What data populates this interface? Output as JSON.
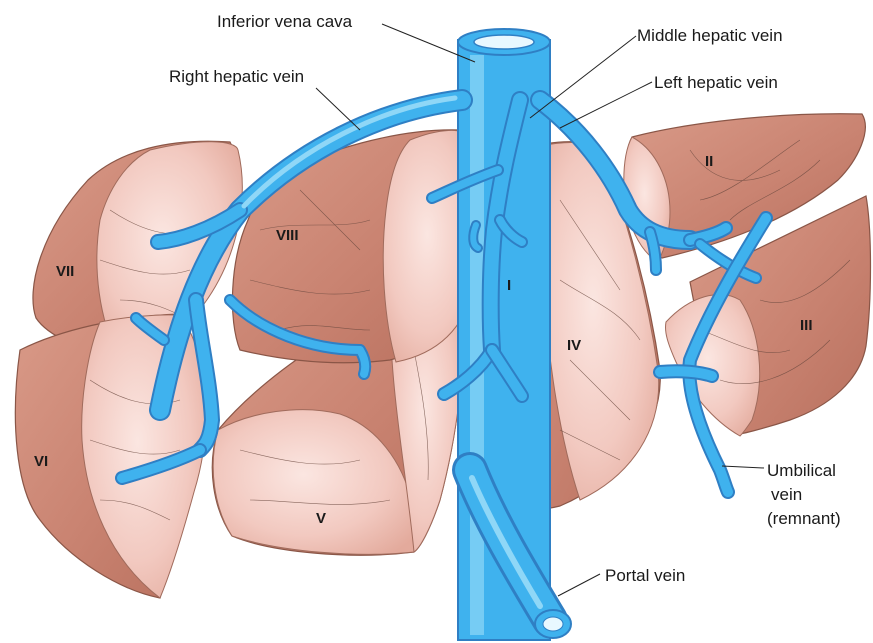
{
  "labels": {
    "inferior_vena_cava": "Inferior vena cava",
    "middle_hepatic_vein": "Middle hepatic vein",
    "right_hepatic_vein": "Right hepatic vein",
    "left_hepatic_vein": "Left hepatic vein",
    "umbilical_vein_line1": "Umbilical",
    "umbilical_vein_line2": "vein",
    "umbilical_vein_line3": "(remnant)",
    "portal_vein": "Portal vein"
  },
  "segments": {
    "I": "I",
    "II": "II",
    "III": "III",
    "IV": "IV",
    "V": "V",
    "VI": "VI",
    "VII": "VII",
    "VIII": "VIII"
  },
  "colors": {
    "vein": "#3fb2ee",
    "vein_outline": "#2f7fc4",
    "liver_light": "#f6d3cc",
    "liver_dark": "#c47f6c"
  }
}
